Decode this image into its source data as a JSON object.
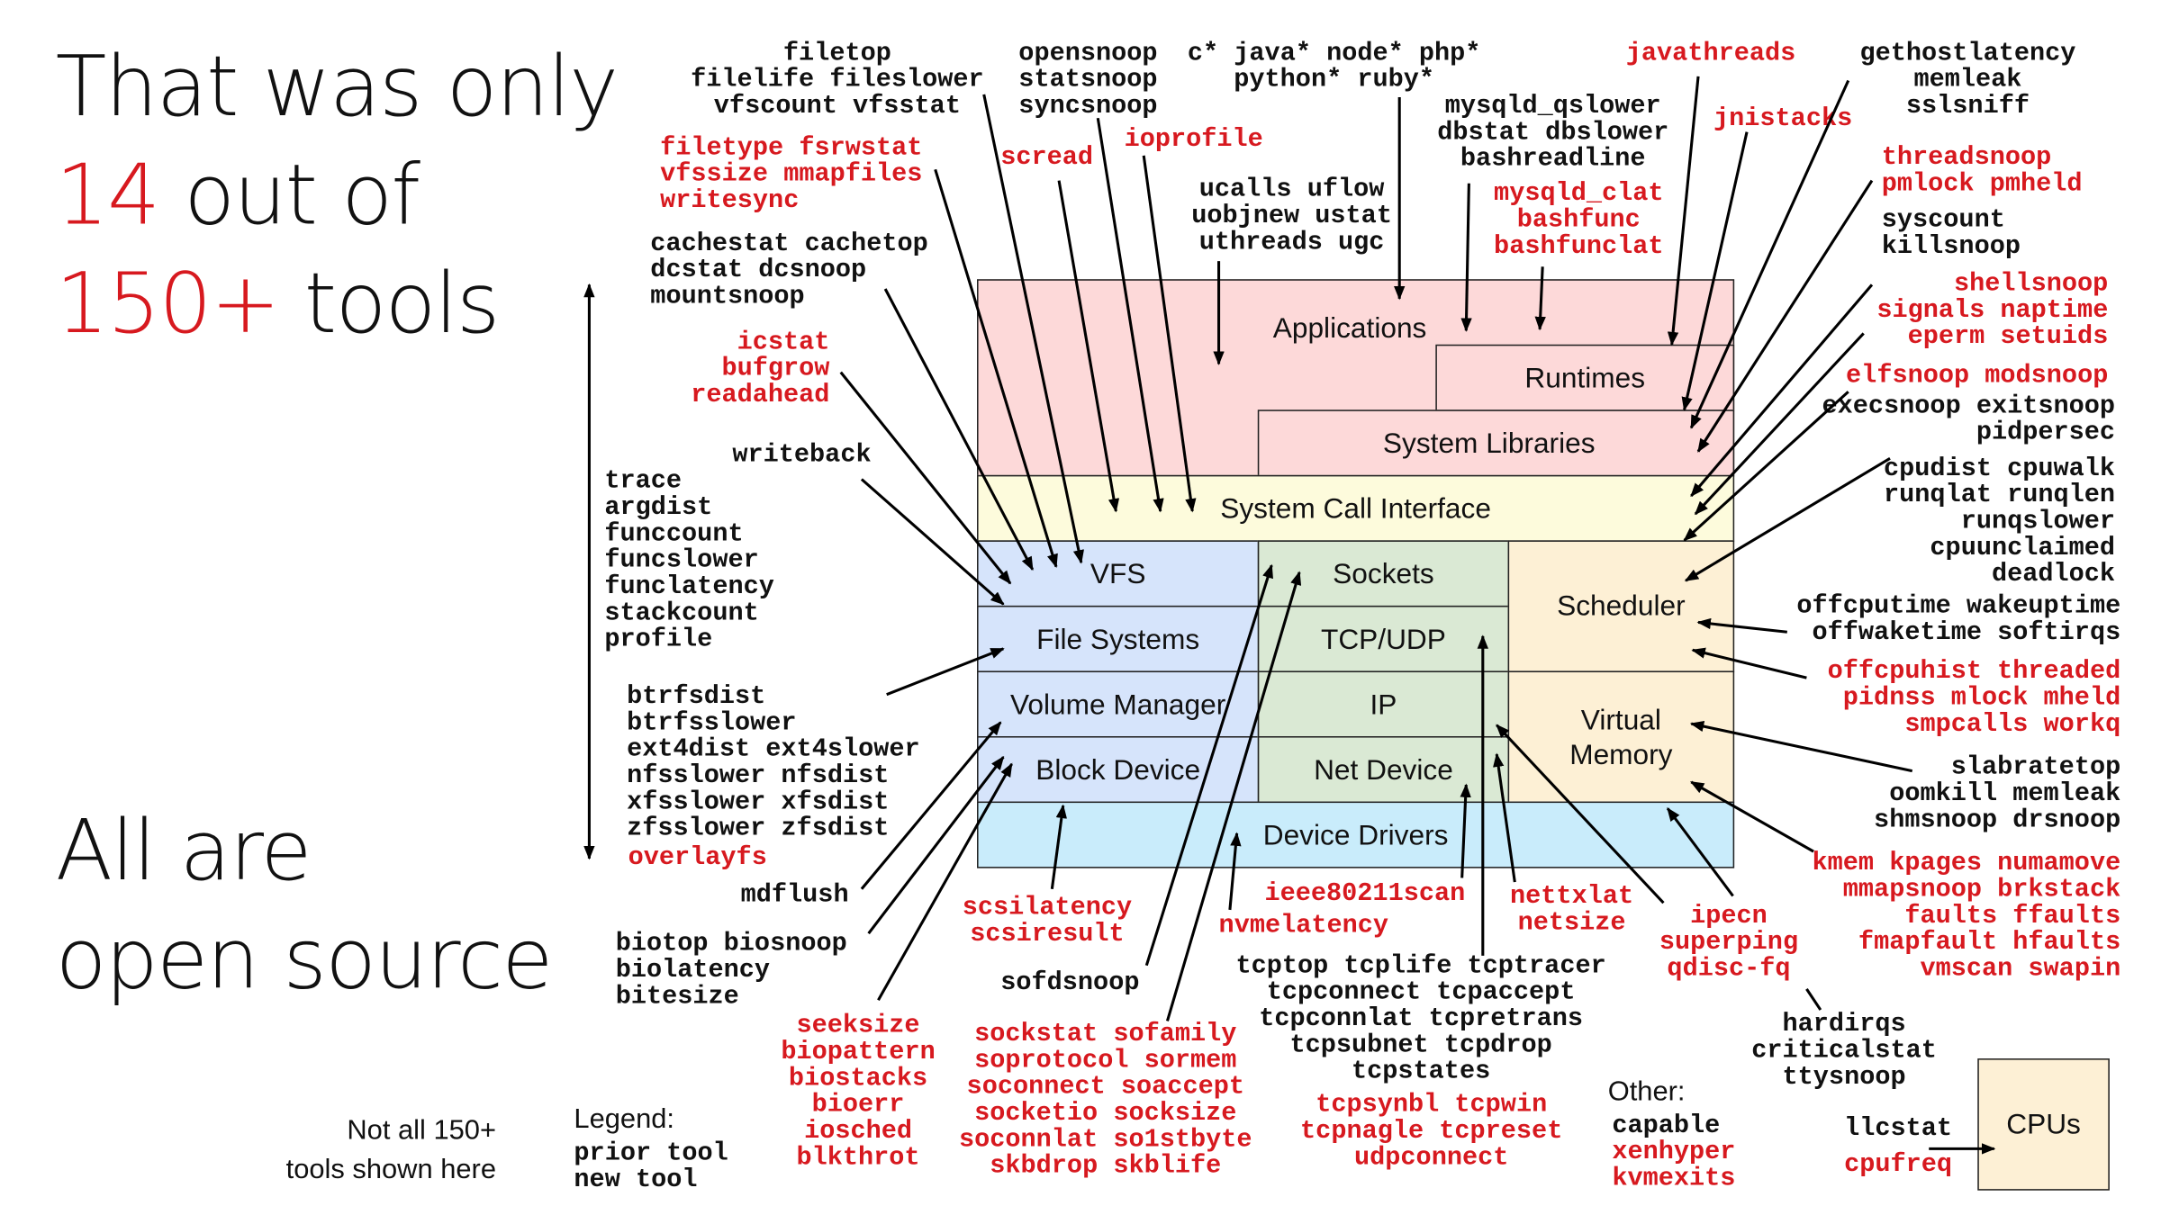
{
  "headline": {
    "line1": "That was only",
    "line2_num": "14",
    "line2_rest": " out of",
    "line3_num": "150+",
    "line3_rest": " tools",
    "line4": "All are",
    "line5": "open source"
  },
  "footnote": {
    "line1": "Not all 150+",
    "line2": "tools shown here"
  },
  "legend": {
    "title": "Legend:",
    "prior": "prior tool",
    "new": "new tool"
  },
  "other": {
    "title": "Other:"
  },
  "colors": {
    "new_tool": "#d7191f",
    "prior_tool": "#111111",
    "applications": "#fdd9d9",
    "syscall": "#fdfbdc",
    "storage": "#d6e4fb",
    "network": "#dae9d4",
    "cpu_mem": "#fdf0d5",
    "device_drivers": "#c9ecfb"
  },
  "layers": {
    "applications": "Applications",
    "runtimes": "Runtimes",
    "system_libraries": "System Libraries",
    "syscall": "System Call Interface",
    "vfs": "VFS",
    "file_systems": "File Systems",
    "volume_manager": "Volume Manager",
    "block_device": "Block Device",
    "sockets": "Sockets",
    "tcp_udp": "TCP/UDP",
    "ip": "IP",
    "net_device": "Net Device",
    "scheduler": "Scheduler",
    "virtual_memory": "Virtual Memory",
    "device_drivers": "Device Drivers",
    "cpus": "CPUs"
  },
  "tools": {
    "g1": {
      "new": false,
      "lines": [
        "filetop",
        "filelife fileslower",
        "vfscount vfsstat"
      ]
    },
    "g2": {
      "new": false,
      "lines": [
        "opensnoop",
        "statsnoop",
        "syncsnoop"
      ]
    },
    "g3": {
      "new": false,
      "lines": [
        "c* java* node* php*",
        "python* ruby*"
      ]
    },
    "g4": {
      "new": true,
      "lines": [
        "javathreads"
      ]
    },
    "g5": {
      "new": false,
      "lines": [
        "gethostlatency",
        "memleak",
        "sslsniff"
      ]
    },
    "g6": {
      "new": true,
      "lines": [
        "filetype fsrwstat",
        "vfssize mmapfiles",
        "writesync"
      ]
    },
    "g7": {
      "new": true,
      "lines": [
        "scread"
      ]
    },
    "g8": {
      "new": true,
      "lines": [
        "ioprofile"
      ]
    },
    "g9": {
      "new": false,
      "lines": [
        "mysqld_qslower",
        "dbstat dbslower",
        "bashreadline"
      ]
    },
    "g10": {
      "new": true,
      "lines": [
        "jnistacks"
      ]
    },
    "g11": {
      "new": true,
      "lines": [
        "threadsnoop",
        "pmlock pmheld"
      ]
    },
    "g12": {
      "new": false,
      "lines": [
        "ucalls uflow",
        "uobjnew ustat",
        "uthreads ugc"
      ]
    },
    "g13": {
      "new": true,
      "lines": [
        "mysqld_clat",
        "bashfunc",
        "bashfunclat"
      ]
    },
    "g14": {
      "new": false,
      "lines": [
        "syscount",
        "killsnoop"
      ]
    },
    "g15": {
      "new": false,
      "lines": [
        "cachestat cachetop",
        "dcstat dcsnoop",
        "mountsnoop"
      ]
    },
    "g16": {
      "new": true,
      "lines": [
        "shellsnoop",
        "signals naptime",
        "eperm setuids"
      ]
    },
    "g17": {
      "new": true,
      "lines": [
        "icstat",
        "bufgrow",
        "readahead"
      ]
    },
    "g18": {
      "new": true,
      "lines": [
        "elfsnoop modsnoop"
      ]
    },
    "g19": {
      "new": false,
      "lines": [
        "execsnoop exitsnoop",
        "pidpersec"
      ]
    },
    "g20": {
      "new": false,
      "lines": [
        "writeback"
      ]
    },
    "g21": {
      "new": false,
      "lines": [
        "cpudist cpuwalk",
        "runqlat runqlen",
        "runqslower",
        "cpuunclaimed",
        "deadlock"
      ]
    },
    "g22": {
      "new": false,
      "lines": [
        "trace",
        "argdist",
        "funccount",
        "funcslower",
        "funclatency",
        "stackcount",
        "profile"
      ]
    },
    "g23": {
      "new": false,
      "lines": [
        "offcputime wakeuptime",
        "offwaketime softirqs"
      ]
    },
    "g24": {
      "new": true,
      "lines": [
        "offcpuhist threaded",
        "pidnss mlock mheld",
        "smpcalls workq"
      ]
    },
    "g25": {
      "new": false,
      "lines": [
        "btrfsdist",
        "btrfsslower",
        "ext4dist ext4slower",
        "nfsslower nfsdist",
        "xfsslower xfsdist",
        "zfsslower zfsdist"
      ]
    },
    "g26": {
      "new": true,
      "lines": [
        "overlayfs"
      ]
    },
    "g27": {
      "new": false,
      "lines": [
        "slabratetop",
        "oomkill memleak",
        "shmsnoop drsnoop"
      ]
    },
    "g28": {
      "new": true,
      "lines": [
        "kmem kpages numamove",
        "mmapsnoop brkstack",
        "faults ffaults",
        "fmapfault hfaults",
        "vmscan swapin"
      ]
    },
    "g29": {
      "new": false,
      "lines": [
        "mdflush"
      ]
    },
    "g30": {
      "new": true,
      "lines": [
        "ieee80211scan"
      ]
    },
    "g31": {
      "new": true,
      "lines": [
        "nettxlat",
        "netsize"
      ]
    },
    "g32": {
      "new": true,
      "lines": [
        "scsilatency",
        "scsiresult"
      ]
    },
    "g33": {
      "new": true,
      "lines": [
        "ipecn",
        "superping",
        "qdisc-fq"
      ]
    },
    "g34": {
      "new": true,
      "lines": [
        "nvmelatency"
      ]
    },
    "g35": {
      "new": false,
      "lines": [
        "biotop biosnoop",
        "biolatency",
        "bitesize"
      ]
    },
    "g36": {
      "new": false,
      "lines": [
        "tcptop tcplife tcptracer",
        "tcpconnect tcpaccept",
        "tcpconnlat tcpretrans",
        "tcpsubnet tcpdrop",
        "tcpstates"
      ]
    },
    "g37": {
      "new": false,
      "lines": [
        "sofdsnoop"
      ]
    },
    "g38": {
      "new": true,
      "lines": [
        "seeksize",
        "biopattern",
        "biostacks",
        "bioerr",
        "iosched",
        "blkthrot"
      ]
    },
    "g39": {
      "new": true,
      "lines": [
        "sockstat sofamily",
        "soprotocol sormem",
        "soconnect soaccept",
        "socketio socksize",
        "soconnlat so1stbyte",
        "skbdrop skblife"
      ]
    },
    "g40": {
      "new": false,
      "lines": [
        "hardirqs",
        "criticalstat",
        "ttysnoop"
      ]
    },
    "g41": {
      "new": true,
      "lines": [
        "tcpsynbl tcpwin",
        "tcpnagle tcpreset",
        "udpconnect"
      ]
    },
    "g42": {
      "new": false,
      "lines": [
        "capable"
      ]
    },
    "g43": {
      "new": true,
      "lines": [
        "xenhyper",
        "kvmexits"
      ]
    },
    "g44": {
      "new": false,
      "lines": [
        "llcstat"
      ]
    },
    "g45": {
      "new": true,
      "lines": [
        "cpufreq"
      ]
    }
  }
}
